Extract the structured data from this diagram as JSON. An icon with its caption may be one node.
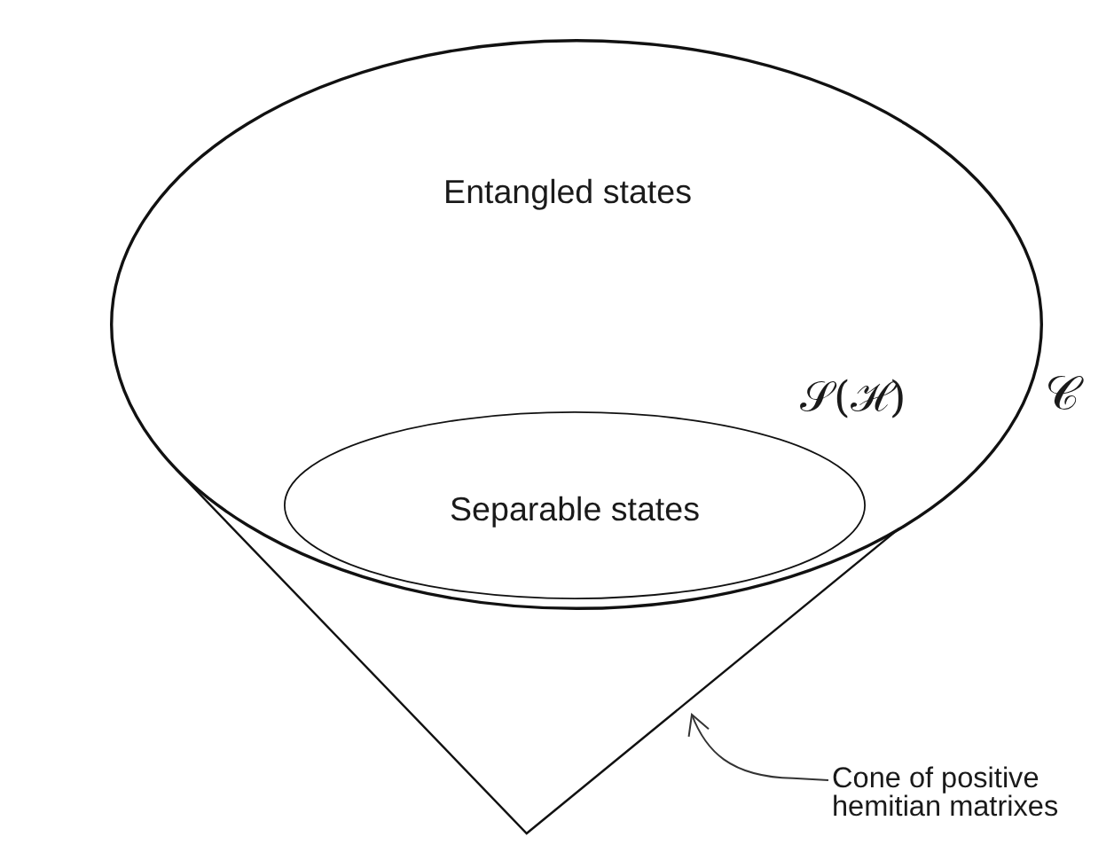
{
  "diagram": {
    "nodes": [
      {
        "text": [
          "Entangled states"
        ]
      },
      {
        "text": [
          "Separable states"
        ],
        "in": 0
      },
      {
        "text": [],
        "shape": "cone"
      },
      {
        "text": [
          "Cone of positive hemitian matrixes"
        ]
      }
    ],
    "edges": [
      {
        "from": 3,
        "to": 2,
        "arrow": "to"
      }
    ],
    "labels": [
      "𝒮(ℋ)",
      "𝒞"
    ]
  }
}
